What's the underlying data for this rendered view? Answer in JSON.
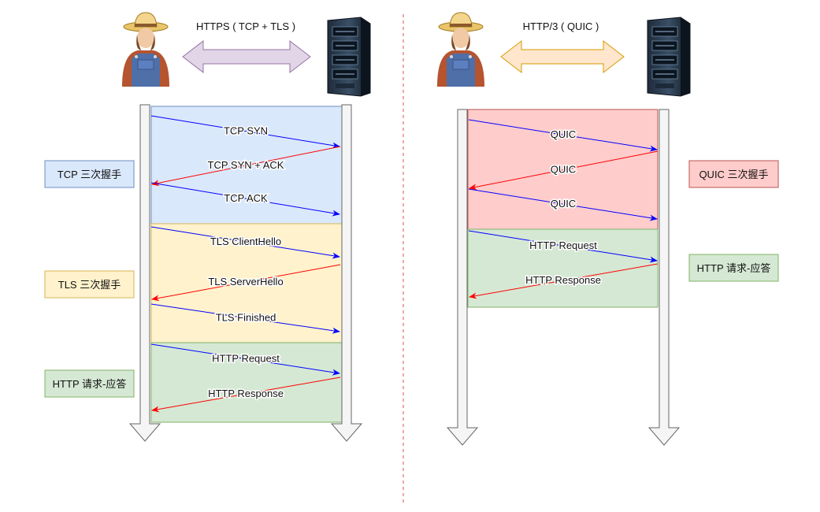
{
  "left_panel": {
    "title": "HTTPS ( TCP + TLS )",
    "phases": [
      {
        "label": "TCP 三次握手",
        "color": "#dae8fc",
        "border": "#6c8ebf",
        "messages": [
          {
            "text": "TCP SYN",
            "dir": "right"
          },
          {
            "text": "TCP SYN + ACK",
            "dir": "left"
          },
          {
            "text": "TCP ACK",
            "dir": "right"
          }
        ]
      },
      {
        "label": "TLS 三次握手",
        "color": "#fff2cc",
        "border": "#d6b656",
        "messages": [
          {
            "text": "TLS ClientHello",
            "dir": "right"
          },
          {
            "text": "TLS ServerHello",
            "dir": "left"
          },
          {
            "text": "TLS Finished",
            "dir": "right"
          }
        ]
      },
      {
        "label": "HTTP 请求-应答",
        "color": "#d5e8d4",
        "border": "#82b366",
        "messages": [
          {
            "text": "HTTP Request",
            "dir": "right"
          },
          {
            "text": "HTTP Response",
            "dir": "left"
          }
        ]
      }
    ]
  },
  "right_panel": {
    "title": "HTTP/3 ( QUIC )",
    "phases": [
      {
        "label": "QUIC 三次握手",
        "color": "#ffcccc",
        "border": "#b85450",
        "messages": [
          {
            "text": "QUIC",
            "dir": "right"
          },
          {
            "text": "QUIC",
            "dir": "left"
          },
          {
            "text": "QUIC",
            "dir": "right"
          }
        ]
      },
      {
        "label": "HTTP 请求-应答",
        "color": "#d5e8d4",
        "border": "#82b366",
        "messages": [
          {
            "text": "HTTP Request",
            "dir": "right"
          },
          {
            "text": "HTTP Response",
            "dir": "left"
          }
        ]
      }
    ]
  },
  "colors": {
    "request_arrow": "#0000ff",
    "response_arrow": "#ff0000",
    "left_title_arrow": "#e1d5e7",
    "right_title_arrow": "#ffe6cc",
    "divider": "#e05050"
  },
  "icons": {
    "client": "farmer-user-icon",
    "server": "server-rack-icon"
  }
}
